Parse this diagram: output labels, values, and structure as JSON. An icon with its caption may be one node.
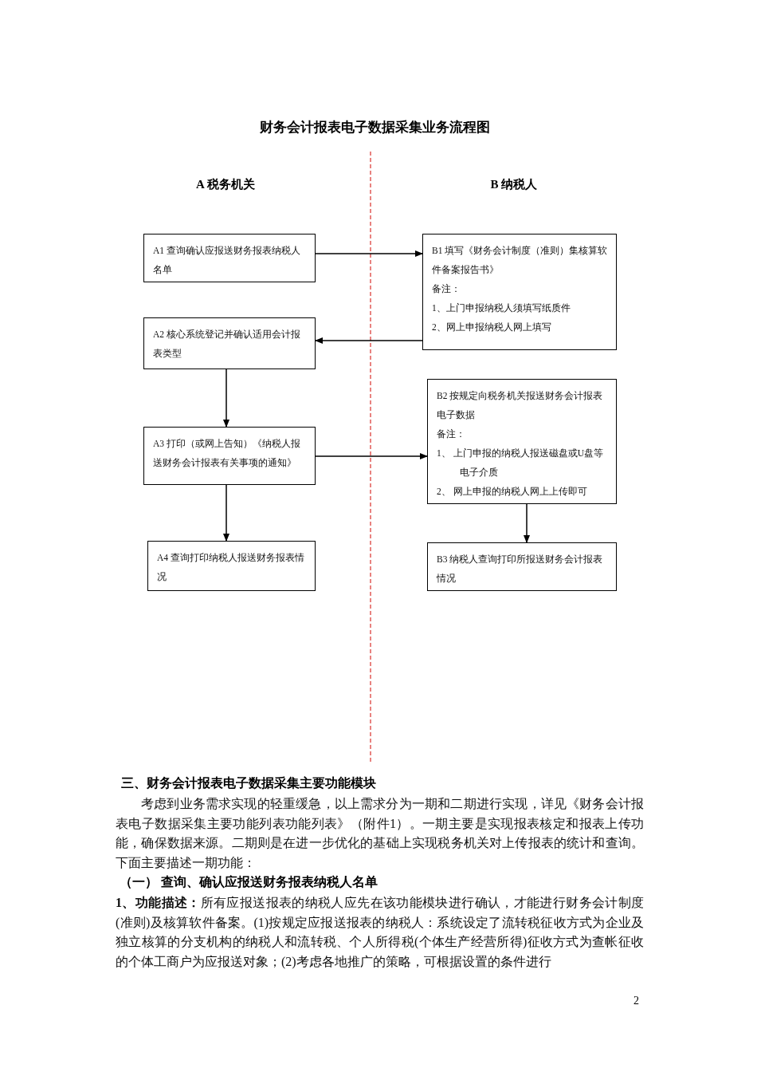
{
  "diagram": {
    "title": "财务会计报表电子数据采集业务流程图",
    "nodes": [
      {
        "text": [
          "A1 查询确认应报送财务报表纳税人名单"
        ]
      },
      {
        "text": [
          "B1 填写《财务会计制度（准则）集核算软件备案报告书》",
          "备注：",
          "1、上门申报纳税人须填写纸质件",
          "2、网上申报纳税人网上填写"
        ]
      },
      {
        "text": [
          "A2 核心系统登记并确认适用会计报表类型"
        ]
      },
      {
        "text": [
          "B2 按规定向税务机关报送财务会计报表电子数据",
          "备注：",
          "1、 上门申报的纳税人报送磁盘或U盘等电子介质",
          "2、 网上申报的纳税人网上上传即可"
        ]
      },
      {
        "text": [
          "A3 打印（或网上告知）《纳税人报送财务会计报表有关事项的通知》"
        ]
      },
      {
        "text": [
          "A4 查询打印纳税人报送财务报表情况"
        ]
      },
      {
        "text": [
          "B3 纳税人查询打印所报送财务会计报表情况"
        ]
      }
    ],
    "edges": [
      {
        "from": 0,
        "to": 1,
        "arrow": "to"
      },
      {
        "from": 1,
        "to": 2,
        "arrow": "to"
      },
      {
        "from": 2,
        "to": 4,
        "arrow": "to"
      },
      {
        "from": 4,
        "to": 3,
        "arrow": "to"
      },
      {
        "from": 4,
        "to": 5,
        "arrow": "to"
      },
      {
        "from": 3,
        "to": 6,
        "arrow": "to"
      }
    ],
    "labels": [
      "A 税务机关",
      "B 纳税人",
      "三、财务会计报表电子数据采集主要功能模块",
      "考虑到业务需求实现的轻重缓急，以上需求分为一期和二期进行实现，详见《财务会计报表电子数据采集主要功能列表功能列表》（附件1）。一期主要是实现报表核定和报表上传功能，确保数据来源。二期则是在进一步优化的基础上实现税务机关对上传报表的统计和查询。下面主要描述一期功能：",
      "（一） 查询、确认应报送财务报表纳税人名单",
      "**1、功能描述：**所有应报送报表的纳税人应先在该功能模块进行确认，才能进行财务会计制度(准则)及核算软件备案。(1)按规定应报送报表的纳税人：系统设定了流转税征收方式为企业及独立核算的分支机构的纳税人和流转税、个人所得税(个体生产经营所得)征收方式为查帐征收的个体工商户为应报送对象；(2)考虑各地推广的策略，可根据设置的条件进行",
      "2"
    ]
  }
}
